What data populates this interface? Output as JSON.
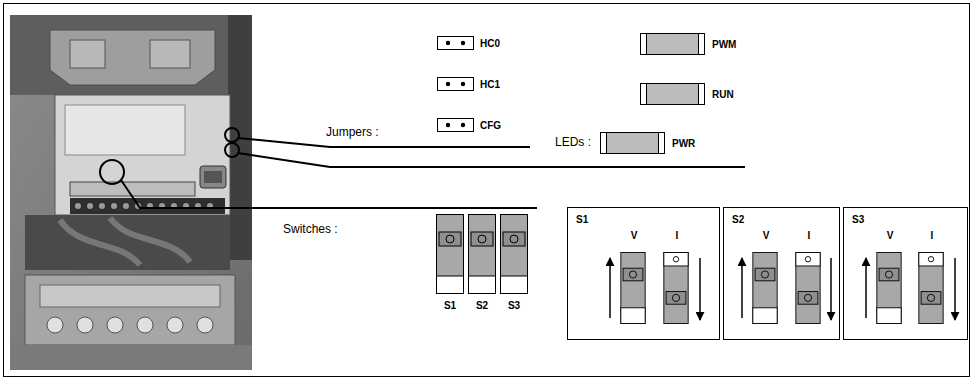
{
  "diagram": {
    "nodes": [
      {
        "text": [
          "S1",
          "V",
          "I"
        ]
      },
      {
        "text": [
          "S2",
          "V",
          "I"
        ]
      },
      {
        "text": [
          "S3",
          "V",
          "I"
        ]
      }
    ],
    "labels": [
      "HC0",
      "HC1",
      "CFG",
      "Jumpers :",
      "PWM",
      "RUN",
      "PWR",
      "LEDs :",
      "Switches :",
      "S1",
      "S2",
      "S3"
    ]
  }
}
